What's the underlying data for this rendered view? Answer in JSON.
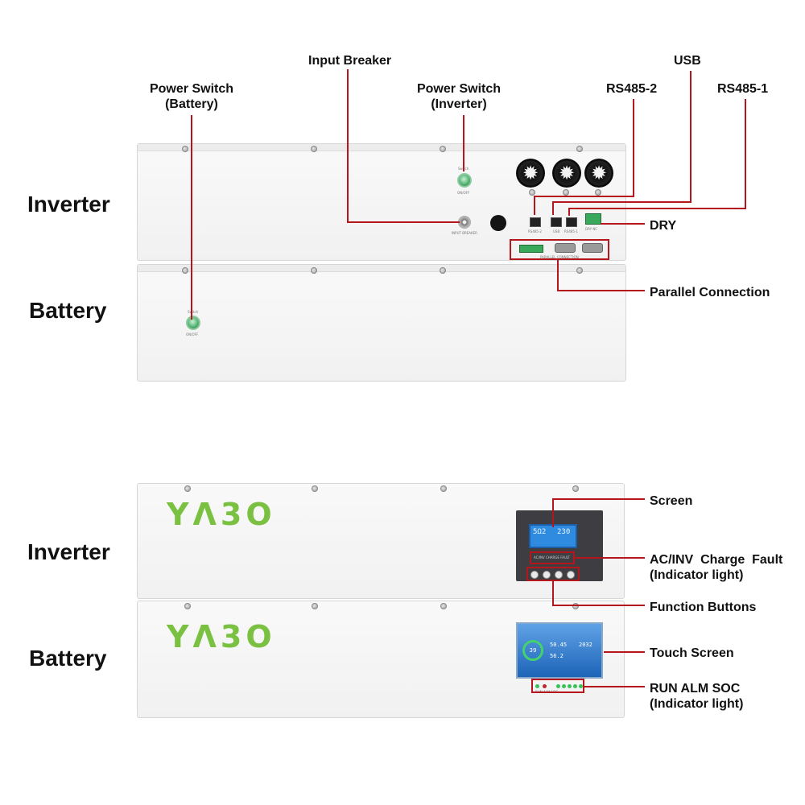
{
  "top_view": {
    "labels": {
      "inverter": "Inverter",
      "battery": "Battery"
    },
    "callouts": {
      "input_breaker": "Input Breaker",
      "power_switch_battery_l1": "Power Switch",
      "power_switch_battery_l2": "(Battery)",
      "power_switch_inverter_l1": "Power Switch",
      "power_switch_inverter_l2": "(Inverter)",
      "usb": "USB",
      "rs485_2": "RS485-2",
      "rs485_1": "RS485-1",
      "dry": "DRY",
      "parallel_connection": "Parallel Connection"
    },
    "panel_print": {
      "switch_top": "Switch",
      "switch_bottom": "ON/OFF",
      "input_breaker": "INPUT BREAKER",
      "rs485_2": "RS485-2",
      "usb": "USB",
      "rs485_1": "RS485-1",
      "dry": "DRY NC",
      "parallel": "PARALLEL CONNECTION"
    }
  },
  "front_view": {
    "labels": {
      "inverter": "Inverter",
      "battery": "Battery"
    },
    "brand": "YΛ3O",
    "callouts": {
      "screen": "Screen",
      "indicator_l1": "AC/INV  Charge  Fault",
      "indicator_l2": "(Indicator light)",
      "function_buttons": "Function Buttons",
      "touch_screen": "Touch Screen",
      "run_alm_soc_l1": "RUN ALM SOC",
      "run_alm_soc_l2": "(Indicator light)"
    },
    "inverter_lcd": {
      "left": "5Ω2",
      "right": "230",
      "led_labels": "AC/INV  CHARGE  FAULT"
    },
    "battery_touch": {
      "gauge": "39",
      "value_a": "50.45",
      "value_b": "56.2",
      "value_c": "2032"
    },
    "battery_leds": "RUN ALM         SOC"
  },
  "colors": {
    "leader": "#b5161b",
    "brand_green": "#7ac142",
    "switch_green": "#4fb070",
    "lcd_blue": "#2f8be0"
  },
  "icons": [
    "cable-gland-icon",
    "green-power-switch-icon",
    "rj45-port-icon",
    "db9-port-icon",
    "screw-icon"
  ]
}
